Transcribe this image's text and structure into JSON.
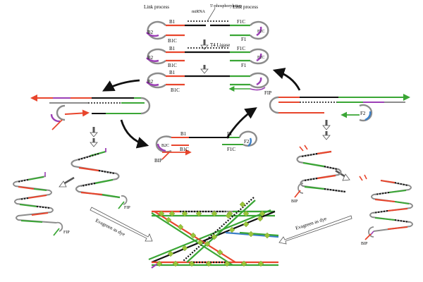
{
  "labels": {
    "link_process_left": "Link process",
    "link_process_right": "Link process",
    "mirna": "miRNA",
    "phosphorylation": "5'-phosphorylation",
    "t4_ligase": "T4 Ligase",
    "b1": "B1",
    "b1c": "B1C",
    "b2": "B2",
    "b2c": "B2C",
    "f1": "F1",
    "f1c": "F1C",
    "f2": "F2",
    "f2c": "F2C",
    "fip": "FIP",
    "bip": "BIP",
    "fip_small": "FIP",
    "bip_small": "BIP",
    "evagreen_left": "Evagreen as dye",
    "evagreen_right": "Evagreen as dye"
  },
  "colors": {
    "red": "#e8452c",
    "green": "#3aa635",
    "gray": "#8c8c8c",
    "purple": "#9b3fb5",
    "pink": "#e89ab0",
    "blue": "#3a7fc8",
    "black": "#111111",
    "dye": "#9ac43a"
  }
}
